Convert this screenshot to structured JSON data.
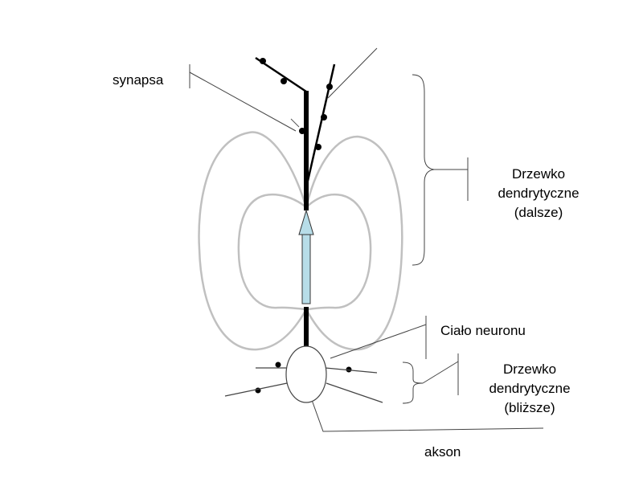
{
  "labels": {
    "synapse": "synapsa",
    "distal_tree": [
      "Drzewko",
      "dendrytyczne",
      "(dalsze)"
    ],
    "soma": "Ciało neuronu",
    "proximal_tree": [
      "Drzewko",
      "dendrytyczne",
      "(bliższe)"
    ],
    "axon": "akson"
  },
  "colors": {
    "field_lines": "#c0c0c0",
    "arrow_fill": "#b7dde8",
    "neuron": "#000000"
  }
}
